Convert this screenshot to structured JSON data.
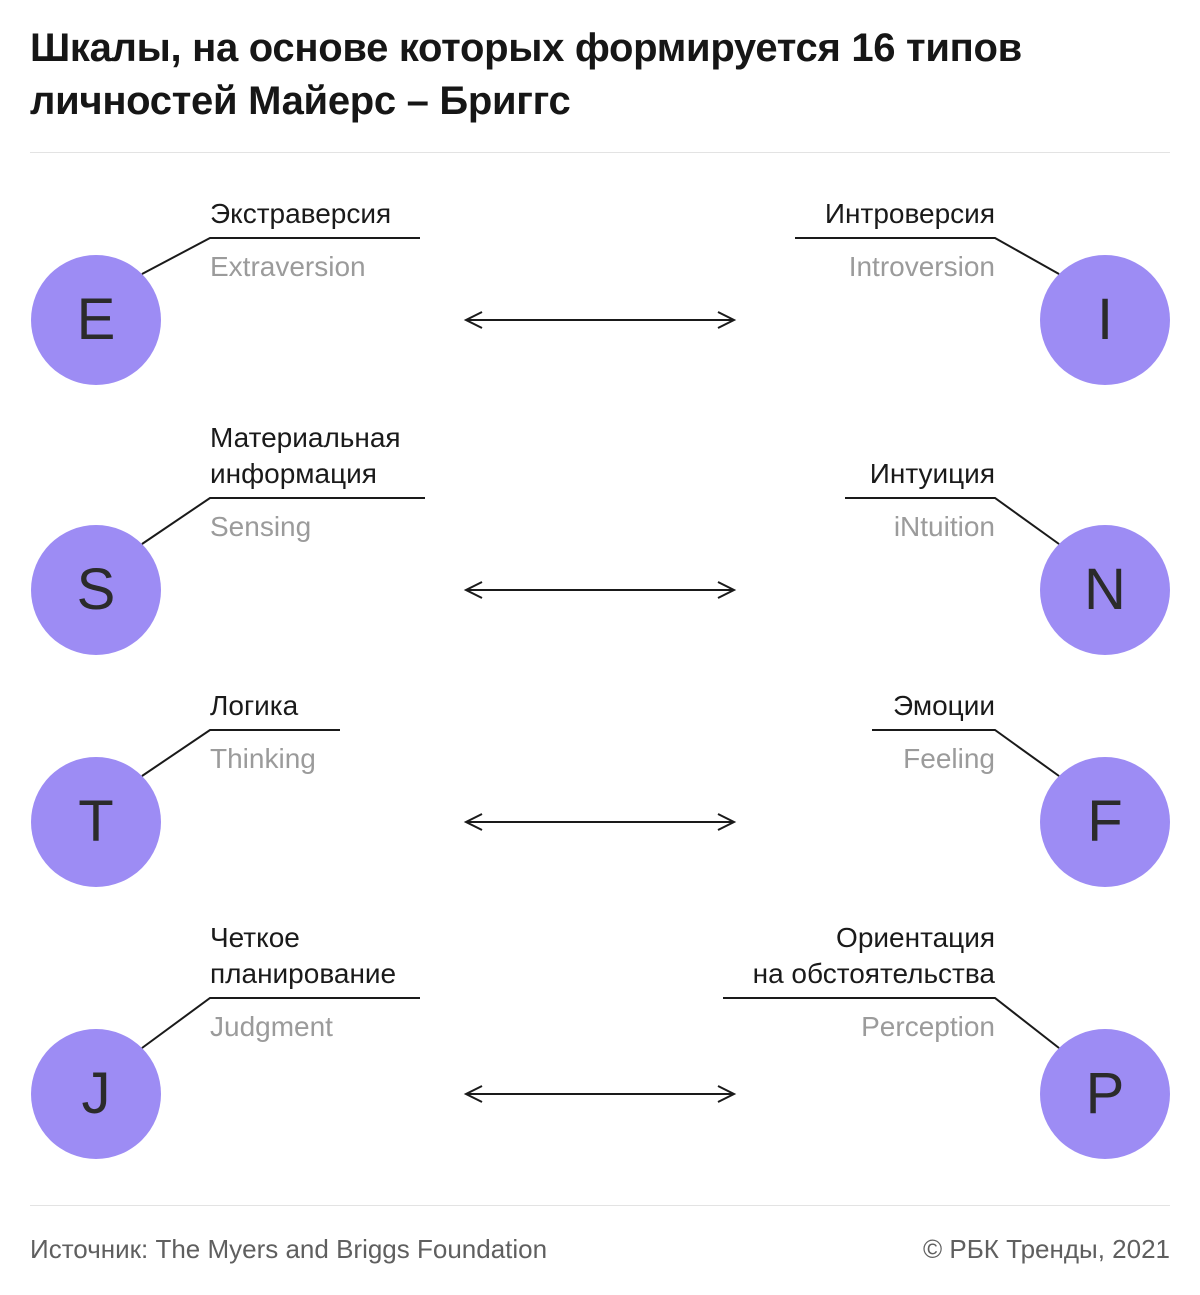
{
  "title": "Шкалы, на основе которых формируется 16 типов\nличностей Майерс – Бриггс",
  "rows": [
    {
      "left": {
        "letter": "E",
        "ru": "Экстраверсия",
        "en": "Extraversion"
      },
      "right": {
        "letter": "I",
        "ru": "Интроверсия",
        "en": "Introversion"
      }
    },
    {
      "left": {
        "letter": "S",
        "ru": "Материальная\nинформация",
        "en": "Sensing"
      },
      "right": {
        "letter": "N",
        "ru": "Интуиция",
        "en": "iNtuition"
      }
    },
    {
      "left": {
        "letter": "T",
        "ru": "Логика",
        "en": "Thinking"
      },
      "right": {
        "letter": "F",
        "ru": "Эмоции",
        "en": "Feeling"
      }
    },
    {
      "left": {
        "letter": "J",
        "ru": "Четкое\nпланирование",
        "en": "Judgment"
      },
      "right": {
        "letter": "P",
        "ru": "Ориентация\nна обстоятельства",
        "en": "Perception"
      }
    }
  ],
  "footer": {
    "source": "Источник: The Myers and Briggs Foundation",
    "copyright": "© РБК Тренды, 2021"
  },
  "icons": {
    "double_arrow_glyph": "↔"
  },
  "colors": {
    "circle": "#9d8cf4",
    "letter": "#2b2b2b",
    "title_text": "#161616",
    "label_ru": "#1a1a1a",
    "label_en": "#9b9b9b",
    "line": "#1a1a1a",
    "divider": "#e3e3e3",
    "footer_text": "#5f5f5f"
  }
}
